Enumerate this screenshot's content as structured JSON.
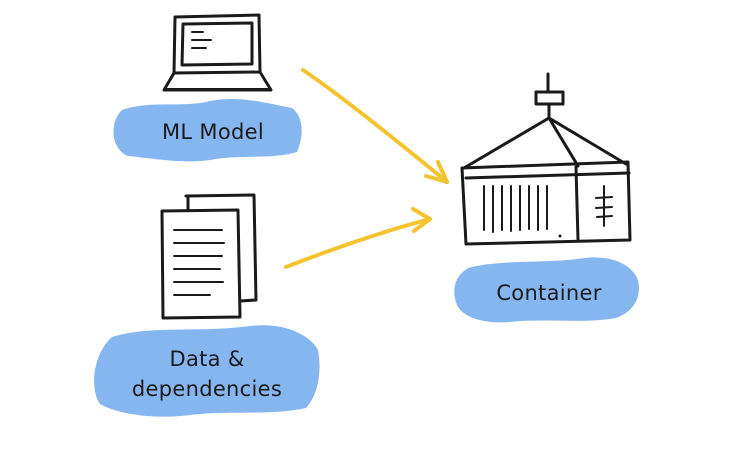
{
  "nodes": {
    "ml_model": {
      "label": "ML Model",
      "icon": "laptop-icon"
    },
    "data_deps": {
      "label_line1": "Data &",
      "label_line2": "dependencies",
      "icon": "documents-icon"
    },
    "container": {
      "label": "Container",
      "icon": "shipping-container-icon"
    }
  },
  "edges": [
    {
      "from": "ML Model",
      "to": "Container"
    },
    {
      "from": "Data & dependencies",
      "to": "Container"
    }
  ],
  "colors": {
    "highlight": "#7fb2ee",
    "arrow": "#f4c430",
    "ink": "#1a1a1a"
  }
}
